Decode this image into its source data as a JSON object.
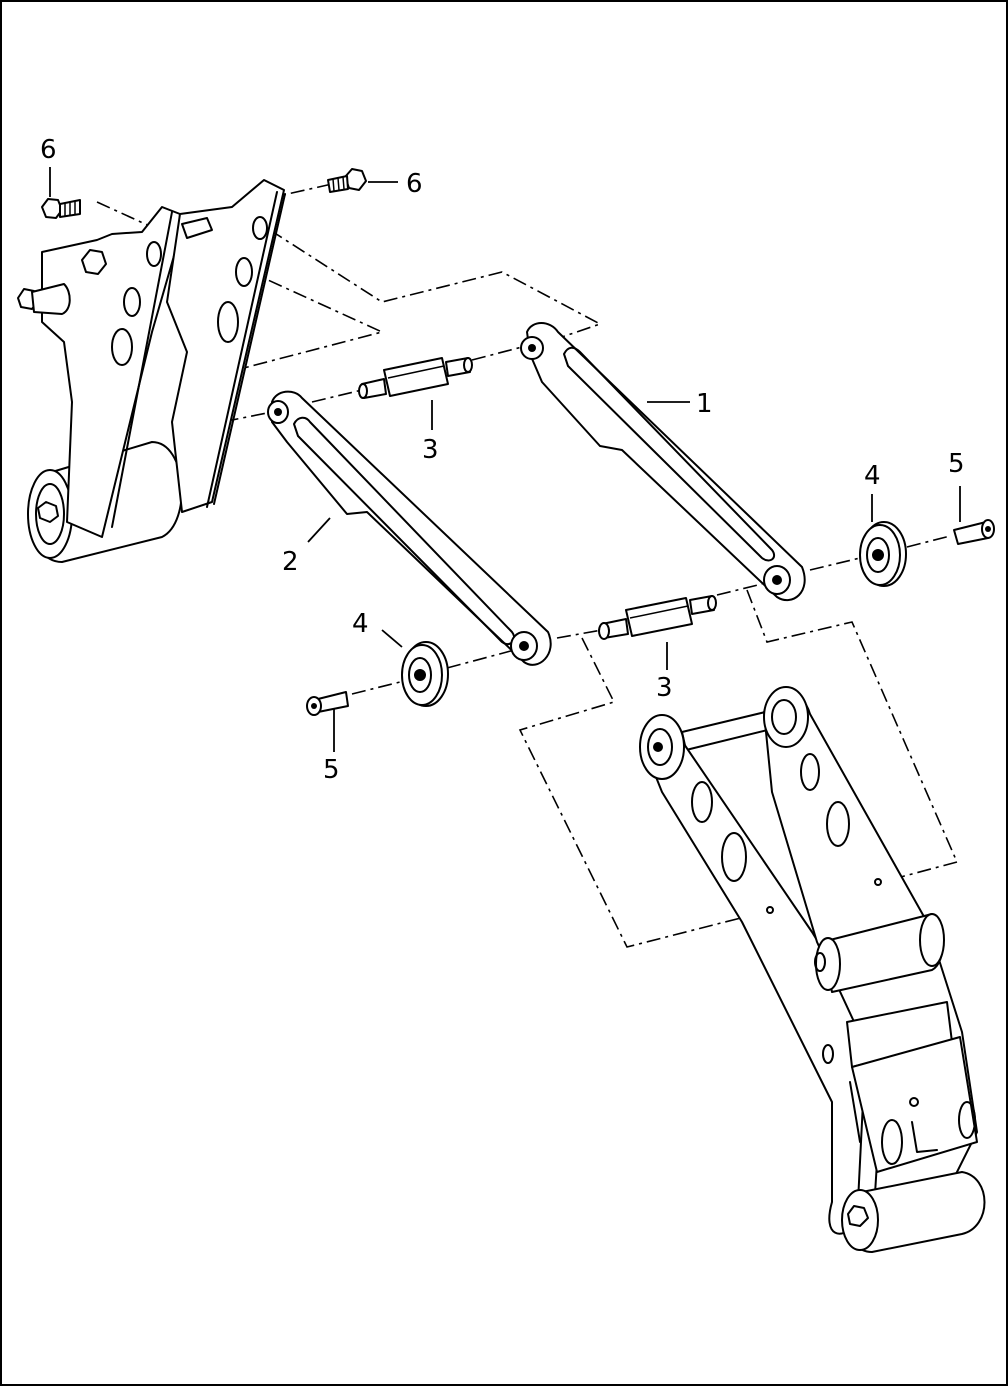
{
  "diagram": {
    "callouts": [
      {
        "id": "c6a",
        "label": "6"
      },
      {
        "id": "c6b",
        "label": "6"
      },
      {
        "id": "c1",
        "label": "1"
      },
      {
        "id": "c3a",
        "label": "3"
      },
      {
        "id": "c2",
        "label": "2"
      },
      {
        "id": "c4a",
        "label": "4"
      },
      {
        "id": "c5a",
        "label": "5"
      },
      {
        "id": "c4b",
        "label": "4"
      },
      {
        "id": "c5b",
        "label": "5"
      },
      {
        "id": "c3b",
        "label": "3"
      }
    ]
  }
}
